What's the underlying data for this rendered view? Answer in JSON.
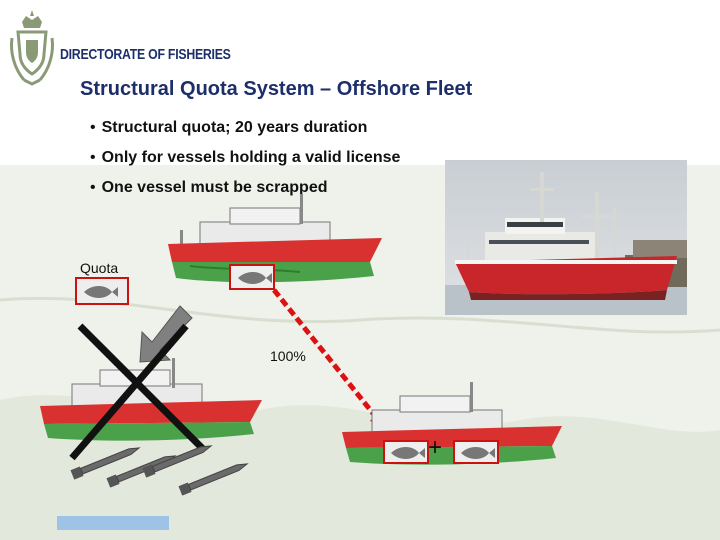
{
  "header": {
    "logo_text": "DIRECTORATE OF FISHERIES",
    "title": "Structural Quota System – Offshore Fleet"
  },
  "bullets": [
    "Structural quota; 20 years duration",
    "Only for vessels holding a valid license",
    "One vessel must be scrapped"
  ],
  "diagram": {
    "quota_label": "Quota",
    "transfer_label": "100%",
    "plus_label": "+",
    "nails_count": 4
  },
  "colors": {
    "title_navy": "#1d2f6b",
    "hull_red": "#d42a2a",
    "hull_green": "#3f9a3f",
    "transfer_arrow": "#dd1111",
    "cross": "#111111",
    "background_wave": "#e9eee5",
    "bottom_bar": "#9dc3e6"
  },
  "icons": [
    "royal-crest-icon",
    "fish-icon",
    "scrap-arrow-icon",
    "nail-icon"
  ]
}
